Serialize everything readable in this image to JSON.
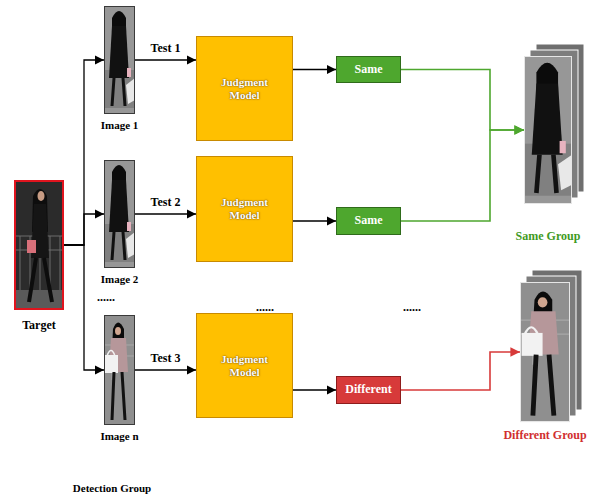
{
  "diagram": {
    "nodes": [
      {
        "text": [
          "Target"
        ]
      },
      {
        "text": [
          "Image 1"
        ]
      },
      {
        "text": [
          "Image 2"
        ]
      },
      {
        "text": [
          "Image n"
        ]
      },
      {
        "text": [
          "Judgment Model"
        ]
      },
      {
        "text": [
          "Judgment Model"
        ]
      },
      {
        "text": [
          "Judgment Model"
        ]
      },
      {
        "text": [
          "Same"
        ]
      },
      {
        "text": [
          "Same"
        ]
      },
      {
        "text": [
          "Different"
        ]
      },
      {
        "text": [
          "Same Group"
        ]
      },
      {
        "text": [
          "Different Group"
        ]
      }
    ],
    "edges": [
      {
        "from": 0,
        "to": 1,
        "arrow": "to"
      },
      {
        "from": 0,
        "to": 2,
        "arrow": "to"
      },
      {
        "from": 0,
        "to": 3,
        "arrow": "to"
      },
      {
        "from": 1,
        "to": 4,
        "label": "Test 1",
        "arrow": "to"
      },
      {
        "from": 2,
        "to": 5,
        "label": "Test 2",
        "arrow": "to"
      },
      {
        "from": 3,
        "to": 6,
        "label": "Test 3",
        "arrow": "to"
      },
      {
        "from": 4,
        "to": 7,
        "arrow": "to"
      },
      {
        "from": 5,
        "to": 8,
        "arrow": "to"
      },
      {
        "from": 6,
        "to": 9,
        "arrow": "to"
      },
      {
        "from": 7,
        "to": 10,
        "arrow": "to"
      },
      {
        "from": 8,
        "to": 10,
        "arrow": "to"
      },
      {
        "from": 9,
        "to": 11,
        "arrow": "to"
      }
    ],
    "labels": [
      "......",
      "......",
      "......",
      "Detection Group"
    ]
  }
}
